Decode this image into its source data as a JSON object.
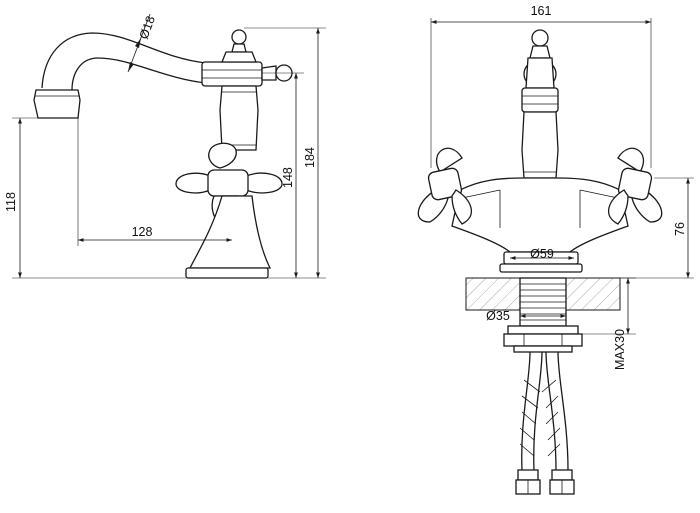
{
  "dimensions": {
    "spout_diameter": "Ø18",
    "spout_reach": "128",
    "height_spout": "118",
    "height_handle": "148",
    "height_total": "184",
    "width_total": "161",
    "handle_height": "76",
    "base_diameter": "Ø59",
    "thread_diameter": "Ø35",
    "max_thickness": "MAX30"
  },
  "colors": {
    "line": "#1a1a1a",
    "background": "#ffffff"
  }
}
